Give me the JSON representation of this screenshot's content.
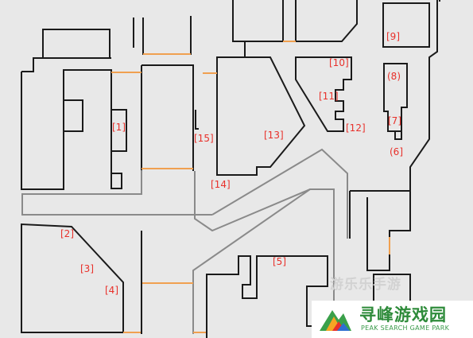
{
  "map": {
    "rooms": [
      {
        "id": "1",
        "label": "[1]"
      },
      {
        "id": "2",
        "label": "[2]"
      },
      {
        "id": "3",
        "label": "[3]"
      },
      {
        "id": "4",
        "label": "[4]"
      },
      {
        "id": "5",
        "label": "[5]"
      },
      {
        "id": "6",
        "label": "(6]"
      },
      {
        "id": "7",
        "label": "[7]"
      },
      {
        "id": "8",
        "label": "(8)"
      },
      {
        "id": "9",
        "label": "[9]"
      },
      {
        "id": "10",
        "label": "[10]"
      },
      {
        "id": "11",
        "label": "[11]"
      },
      {
        "id": "12",
        "label": "[12]"
      },
      {
        "id": "13",
        "label": "[13]"
      },
      {
        "id": "14",
        "label": "[14]"
      },
      {
        "id": "15",
        "label": "[15]"
      }
    ],
    "colors": {
      "background": "#e8e8e8",
      "wall": "#1a1a1a",
      "corridor": "#8a8a8a",
      "door": "#f0a050",
      "label": "#e8302a"
    }
  },
  "watermark": {
    "faint_text": "游乐乐手游",
    "logo_title": "寻峰游戏园",
    "logo_subtitle": "PEAK SEARCH GAME PARK"
  }
}
